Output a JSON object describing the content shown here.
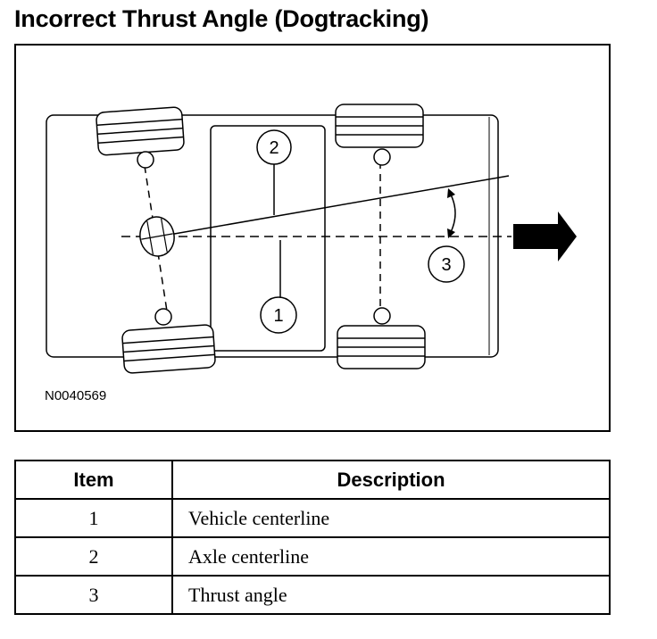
{
  "title": "Incorrect Thrust Angle (Dogtracking)",
  "figure": {
    "id": "N0040569",
    "callouts": [
      "1",
      "2",
      "3"
    ]
  },
  "table": {
    "headers": [
      "Item",
      "Description"
    ],
    "rows": [
      {
        "item": "1",
        "description": "Vehicle centerline"
      },
      {
        "item": "2",
        "description": "Axle centerline"
      },
      {
        "item": "3",
        "description": "Thrust angle"
      }
    ]
  }
}
